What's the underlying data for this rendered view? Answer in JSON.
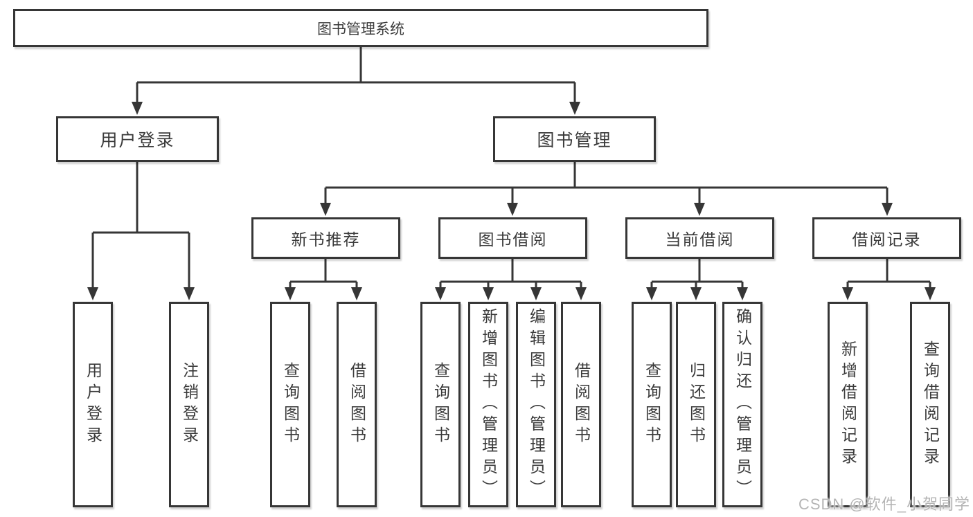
{
  "diagram": {
    "root_label": "图书管理系统",
    "login_branch": {
      "label": "用户登录",
      "children": [
        "用户登录",
        "注销登录"
      ]
    },
    "management_branch": {
      "label": "图书管理",
      "sections": [
        {
          "label": "新书推荐",
          "children": [
            "查询图书",
            "借阅图书"
          ]
        },
        {
          "label": "图书借阅",
          "children": [
            "查询图书",
            "新增图书（管理员）",
            "编辑图书（管理员）",
            "借阅图书"
          ]
        },
        {
          "label": "当前借阅",
          "children": [
            "查询图书",
            "归还图书",
            "确认归还（管理员）"
          ]
        },
        {
          "label": "借阅记录",
          "children": [
            "新增借阅记录",
            "查询借阅记录"
          ]
        }
      ]
    },
    "watermark": "CSDN @软件_小贺同学"
  }
}
